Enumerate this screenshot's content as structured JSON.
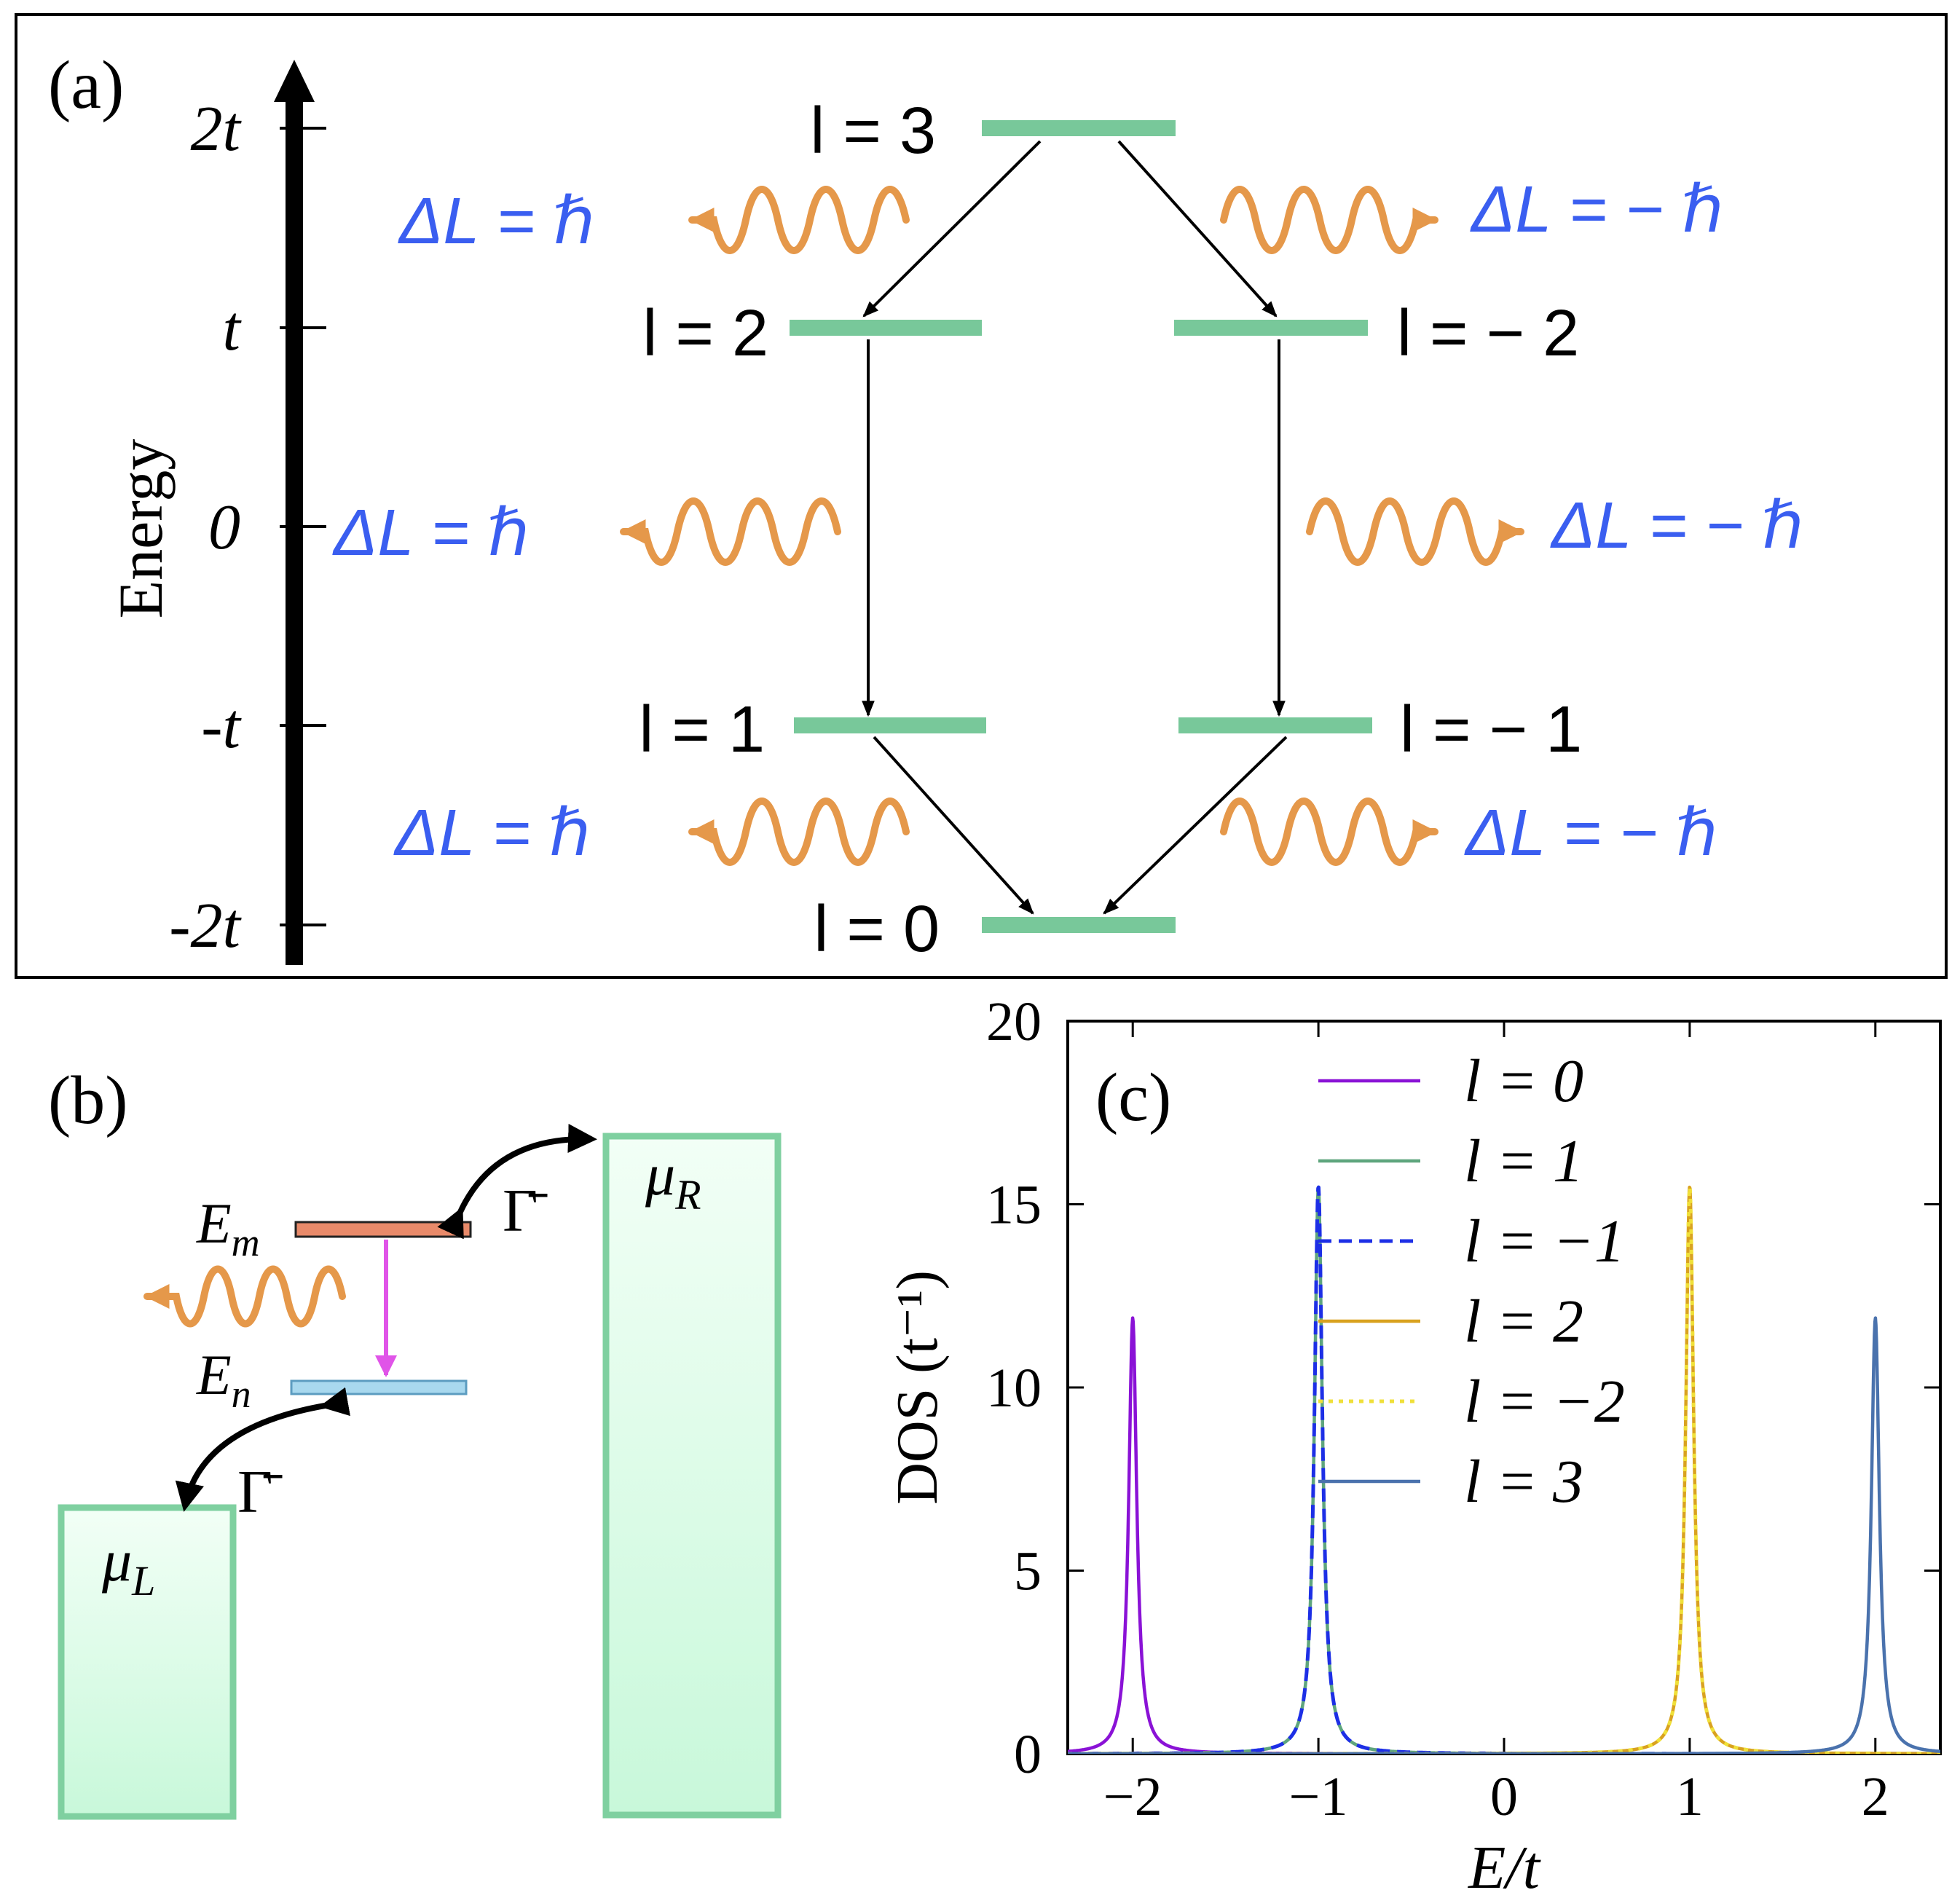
{
  "panel_a": {
    "tag": "(a)",
    "axis_label": "Energy",
    "energy_ticks": [
      {
        "label": "2t",
        "value": 2
      },
      {
        "label": "t",
        "value": 1
      },
      {
        "label": "0",
        "value": 0
      },
      {
        "label": "-t",
        "value": -1
      },
      {
        "label": "-2t",
        "value": -2
      }
    ],
    "levels": [
      {
        "id": "l3",
        "label": "l = 3",
        "energy": 2
      },
      {
        "id": "l2",
        "label": "l = 2",
        "energy": 1
      },
      {
        "id": "lm2",
        "label": "l = − 2",
        "energy": 1
      },
      {
        "id": "l1",
        "label": "l = 1",
        "energy": -1
      },
      {
        "id": "lm1",
        "label": "l = − 1",
        "energy": -1
      },
      {
        "id": "l0",
        "label": "l = 0",
        "energy": -2
      }
    ],
    "photon_labels": {
      "left": "ΔL = ℏ",
      "right": "ΔL = − ℏ"
    },
    "colors": {
      "level": "#78c89a",
      "photon": "#e5984a",
      "label_blue": "#3a5ef0"
    }
  },
  "panel_b": {
    "tag": "(b)",
    "em": "E",
    "em_sub": "m",
    "en": "E",
    "en_sub": "n",
    "gamma": "Γ̄",
    "mu_l": "μ",
    "mu_l_sub": "L",
    "mu_r": "μ",
    "mu_r_sub": "R",
    "colors": {
      "reservoir_fill": "#d5fbe3",
      "reservoir_stroke": "#7fd0a0",
      "em_fill": "#e88a6a",
      "en_fill": "#a8d8ee",
      "transition": "#e054e8",
      "photon": "#e5984a"
    }
  },
  "chart_data": {
    "type": "line",
    "tag": "(c)",
    "title": "",
    "xlabel": "E/t",
    "ylabel": "DOS (t⁻¹)",
    "xlim": [
      -2.35,
      2.35
    ],
    "ylim": [
      0,
      20
    ],
    "xticks": [
      -2,
      -1,
      0,
      1,
      2
    ],
    "xtick_labels": [
      "−2",
      "−1",
      "0",
      "1",
      "2"
    ],
    "yticks": [
      0,
      5,
      10,
      15,
      20
    ],
    "ytick_labels": [
      "0",
      "5",
      "10",
      "15",
      "20"
    ],
    "legend_position": "top",
    "grid": false,
    "lineshape": "lorentzian",
    "series": [
      {
        "name": "l = 0",
        "peak_x": -2,
        "peak_y": 11.9,
        "color": "#8a12d6",
        "dash": "solid"
      },
      {
        "name": "l = 1",
        "peak_x": -1,
        "peak_y": 15.5,
        "color": "#5ea57d",
        "dash": "solid"
      },
      {
        "name": "l = −1",
        "peak_x": -1,
        "peak_y": 15.5,
        "color": "#1d2fe6",
        "dash": "dashed"
      },
      {
        "name": "l = 2",
        "peak_x": 1,
        "peak_y": 15.5,
        "color": "#d9a21f",
        "dash": "solid"
      },
      {
        "name": "l = −2",
        "peak_x": 1,
        "peak_y": 15.5,
        "color": "#f0e03a",
        "dash": "dotted"
      },
      {
        "name": "l = 3",
        "peak_x": 2,
        "peak_y": 11.9,
        "color": "#4a72ad",
        "dash": "solid"
      }
    ]
  }
}
